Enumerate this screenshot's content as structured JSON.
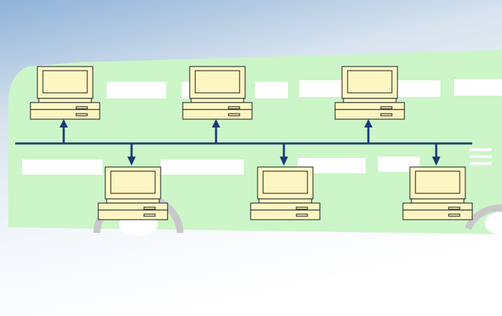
{
  "diagram": {
    "type": "bus-network",
    "colors": {
      "background_top": "#8fb2d8",
      "background_bottom": "#ffffff",
      "bus_body": "#ccf5c8",
      "bus_window": "#ffffff",
      "bus_wheel": "#c8c8c8",
      "bus_line": "#1f3f6e",
      "computer_fill": "#fdf6c3",
      "computer_outline": "#333333",
      "arrow": "#173a73"
    },
    "computers": [
      {
        "row": "top",
        "position": 1
      },
      {
        "row": "top",
        "position": 2
      },
      {
        "row": "top",
        "position": 3
      },
      {
        "row": "bottom",
        "position": 1
      },
      {
        "row": "bottom",
        "position": 2
      },
      {
        "row": "bottom",
        "position": 3
      }
    ],
    "icons": [
      "desktop-computer-icon",
      "up-arrow-icon",
      "down-arrow-icon"
    ]
  }
}
